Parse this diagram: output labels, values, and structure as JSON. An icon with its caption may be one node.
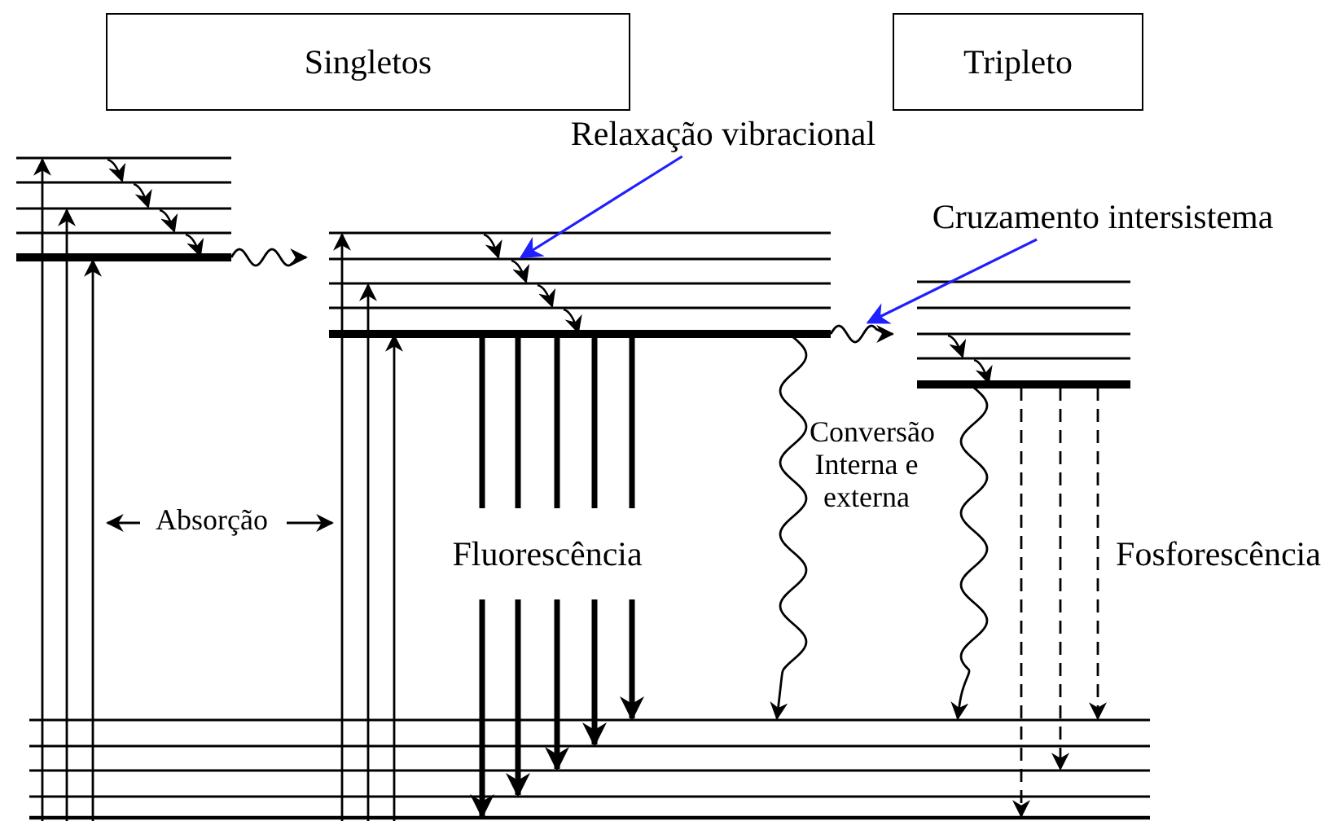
{
  "diagram": {
    "nodes": [
      {
        "text": [
          "Singletos"
        ]
      },
      {
        "text": [
          "Tripleto"
        ]
      },
      {
        "text": [
          "Relaxação vibracional"
        ]
      },
      {
        "text": [
          "Cruzamento intersistema"
        ]
      }
    ],
    "edges": [
      {
        "from": 2,
        "to": null,
        "arrow": "to"
      },
      {
        "from": 3,
        "to": null,
        "arrow": "to"
      }
    ],
    "labels": [
      "Absorção",
      "Fluorescência",
      "Conversão Interna e externa",
      "Fosforescência"
    ]
  }
}
